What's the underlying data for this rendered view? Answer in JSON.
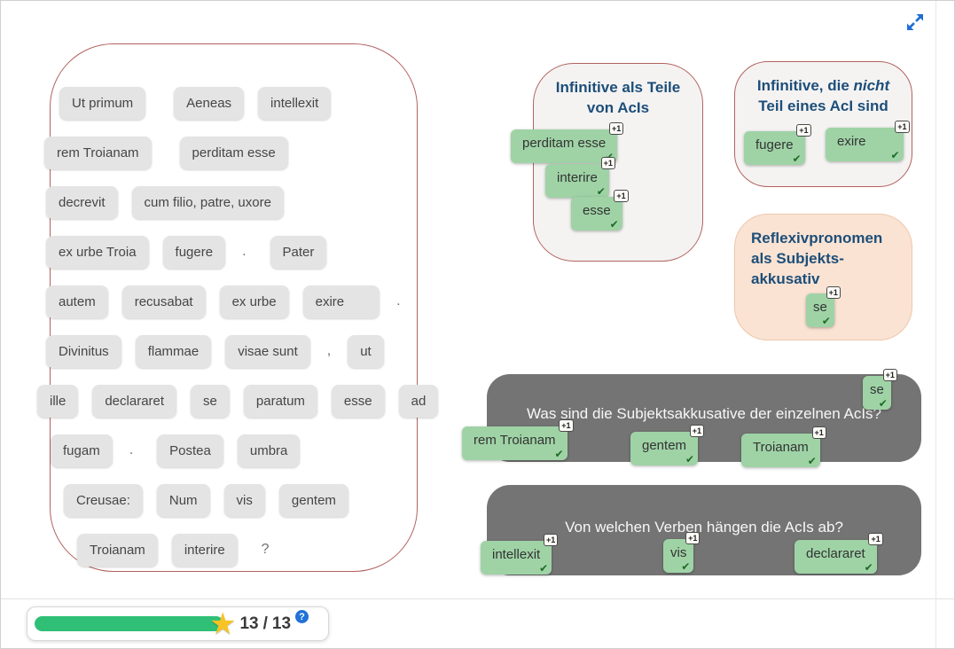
{
  "icons": {
    "plus_one": "+1",
    "check": "✔",
    "star": "★",
    "help": "?"
  },
  "text_panel": {
    "rows": [
      [
        "Ut primum",
        "Aeneas",
        "intellexit"
      ],
      [
        "rem Troianam",
        "perditam esse"
      ],
      [
        "decrevit",
        "cum filio, patre, uxore"
      ],
      [
        "ex urbe Troia",
        "fugere",
        ".",
        "Pater"
      ],
      [
        "autem",
        "recusabat",
        "ex urbe",
        "exire",
        "."
      ],
      [
        "Divinitus",
        "flammae",
        "visae sunt",
        ",",
        "ut"
      ],
      [
        "ille",
        "declararet",
        "se",
        "paratum",
        "esse",
        "ad"
      ],
      [
        "fugam",
        ".",
        "Postea",
        "umbra"
      ],
      [
        "Creusae:",
        "Num",
        "vis",
        "gentem"
      ],
      [
        "Troianam",
        "interire",
        "?"
      ]
    ]
  },
  "categories": {
    "aci": {
      "title_line1": "Infinitive als Teile",
      "title_line2": "von AcIs",
      "chips": [
        "perditam esse",
        "interire",
        "esse"
      ]
    },
    "non_aci": {
      "title_prefix": "Infinitive, die ",
      "title_italic": "nicht",
      "title_line2": "Teil eines AcI sind",
      "chips": [
        "fugere",
        "exire"
      ]
    },
    "reflexive": {
      "title": "Reflexivpronomen als Subjekts-akkusativ",
      "chips": [
        "se"
      ]
    }
  },
  "questions": {
    "subject_accusatives": {
      "text": "Was sind die Subjektsakkusative der einzelnen AcIs?",
      "chips": [
        "se",
        "rem Troianam",
        "gentem",
        "Troianam"
      ]
    },
    "verbs": {
      "text": "Von welchen Verben hängen die AcIs ab?",
      "chips": [
        "intellexit",
        "vis",
        "declararet"
      ]
    }
  },
  "progress": {
    "score": "13",
    "separator": "/",
    "total": "13"
  }
}
